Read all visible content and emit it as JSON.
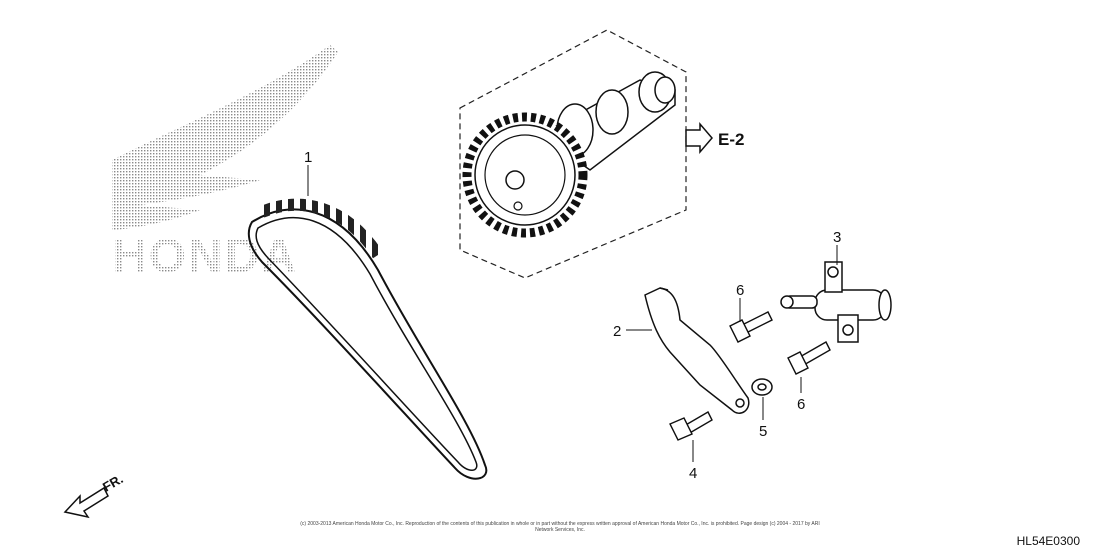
{
  "watermark": {
    "brand_text": "HONDA"
  },
  "callouts": {
    "c1": "1",
    "c2": "2",
    "c3": "3",
    "c4": "4",
    "c5": "5",
    "c6a": "6",
    "c6b": "6"
  },
  "reference": {
    "label": "E-2"
  },
  "direction": {
    "label": "FR."
  },
  "footer": {
    "copyright": "(c) 2003-2013 American Honda Motor Co., Inc. Reproduction of the contents of this publication in whole or in part without the express written approval of American Honda Motor Co., Inc. is prohibited. Page design (c) 2004 - 2017 by ARI Network Services, Inc.",
    "diagram_code": "HL54E0300"
  }
}
